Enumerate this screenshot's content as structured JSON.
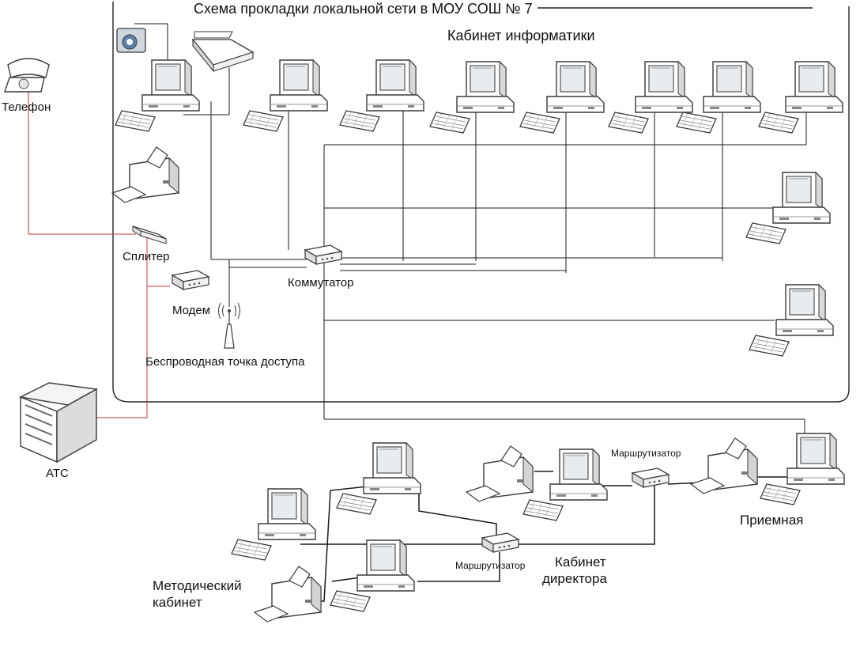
{
  "labels": {
    "title": "Схема прокладки локальной сети в МОУ СОШ № 7",
    "cabinet_informatics": "Кабинет информатики",
    "phone": "Телефон",
    "splitter": "Сплитер",
    "modem": "Модем",
    "switch": "Коммутатор",
    "access_point": "Беспроводная точка доступа",
    "ats": "АТС",
    "router_1": "Маршрутизатор",
    "router_2": "Маршрутизатор",
    "director_line1": "Кабинет",
    "director_line2": "директора",
    "reception": "Приемная",
    "method_line1": "Методический",
    "method_line2": "кабинет"
  },
  "colors": {
    "cable": "#1a1a1a",
    "phone_line": "#c0393b",
    "device_fill": "#ffffff",
    "device_stroke": "#3a3a3a",
    "screen": "#e9ecef",
    "boundary": "#222222"
  }
}
